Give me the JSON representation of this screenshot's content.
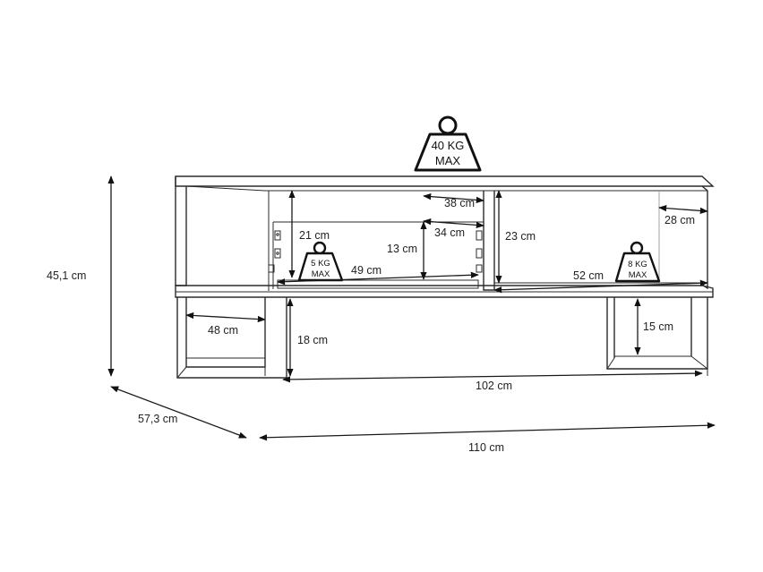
{
  "weights": {
    "top": [
      "40 KG",
      "MAX"
    ],
    "left_shelf": [
      "5 KG",
      "MAX"
    ],
    "right_shelf": [
      "8 KG",
      "MAX"
    ]
  },
  "dimensions": {
    "height_total": "45,1 cm",
    "depth_total": "57,3 cm",
    "width_total": "110 cm",
    "width_inner": "102 cm",
    "drawer_back_width": "38 cm",
    "drawer_inner_width": "34 cm",
    "drawer_inner_height": "13 cm",
    "drawer_front_width": "49 cm",
    "left_opening_height": "21 cm",
    "right_opening_height": "23 cm",
    "right_depth": "28 cm",
    "right_shelf_width": "52 cm",
    "leg_depth": "48 cm",
    "leg_height": "18 cm",
    "bottom_clearance": "15 cm"
  }
}
